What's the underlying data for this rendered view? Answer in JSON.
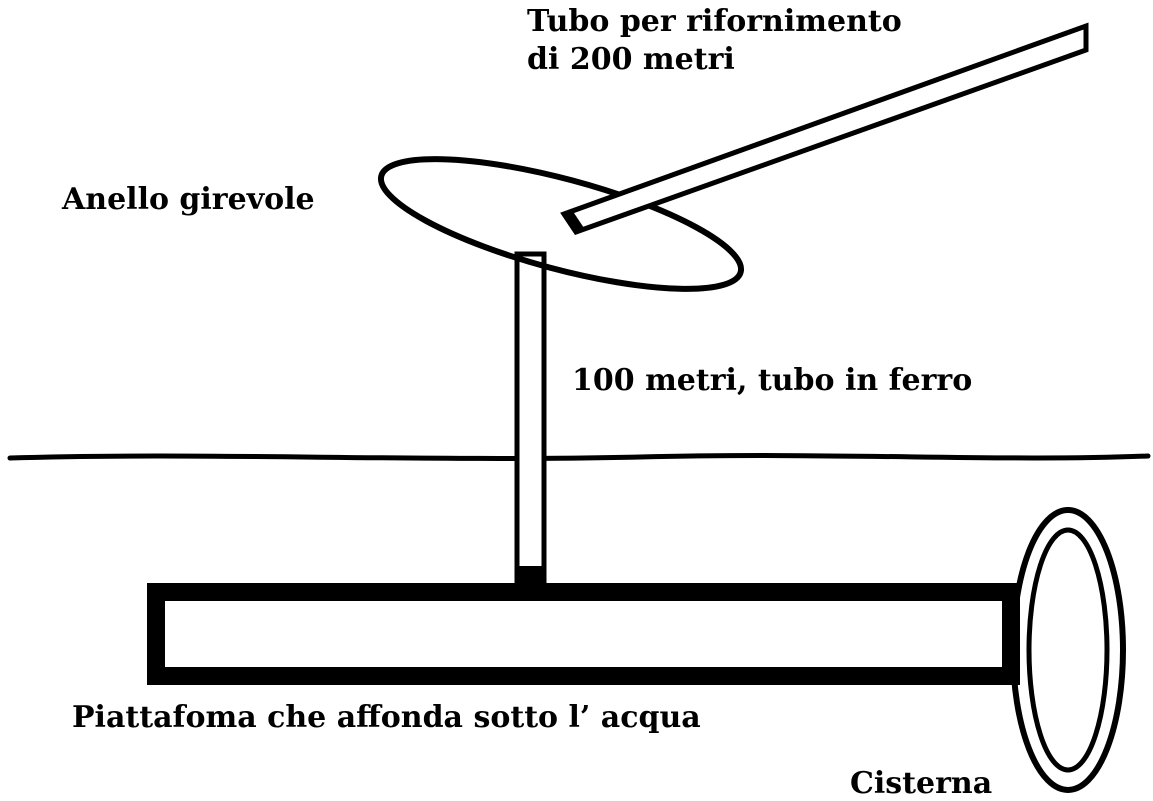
{
  "labels": {
    "supply_tube_line1": "Tubo per rifornimento",
    "supply_tube_line2": "di 200 metri",
    "swivel_ring": "Anello girevole",
    "iron_tube": "100 metri, tubo in ferro",
    "platform": "Piattafoma che affonda sotto l’ acqua",
    "tank": "Cisterna"
  },
  "colors": {
    "ink": "#000000",
    "background": "#ffffff"
  }
}
